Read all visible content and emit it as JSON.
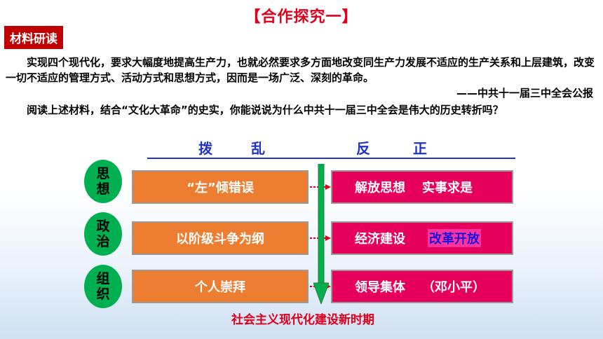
{
  "title": "【合作探究一】",
  "section_label": "材料研读",
  "paragraph1": "实现四个现代化，要求大幅度地提高生产力，也就必然要求多方面地改变同生产力发展不适应的生产关系和上层建筑，改变一切不适应的管理方式、活动方式和思想方式，因而是一场广泛、深刻的革命。",
  "source": "——中共十一届三中全会公报",
  "paragraph2": "阅读上述材料，结合“文化大革命”的史实，你能说说为什么中共十一届三中全会是伟大的历史转折吗？",
  "header": {
    "b1": "拨",
    "b2": "乱",
    "f1": "反",
    "f2": "正"
  },
  "rows": [
    {
      "category": "思想",
      "wrong": "“左”倾错误",
      "correct": "解放思想",
      "extra": "实事求是"
    },
    {
      "category": "政治",
      "wrong": "以阶级斗争为纲",
      "correct": "经济建设",
      "extra": "改革开放"
    },
    {
      "category": "组织",
      "wrong": "个人崇拜",
      "correct": "领导集体",
      "extra": "（邓小平）"
    }
  ],
  "bottom_text": "社会主义现代化建设新时期",
  "colors": {
    "title_red": "#e0001b",
    "label_bg": "#c00000",
    "header_blue": "#1f33c9",
    "circle_green": "#00b050",
    "box_orange": "#ed7d31",
    "box_pink": "#e6005c",
    "highlight_blue": "#1b14d8",
    "arrow_green": "#00b050"
  }
}
